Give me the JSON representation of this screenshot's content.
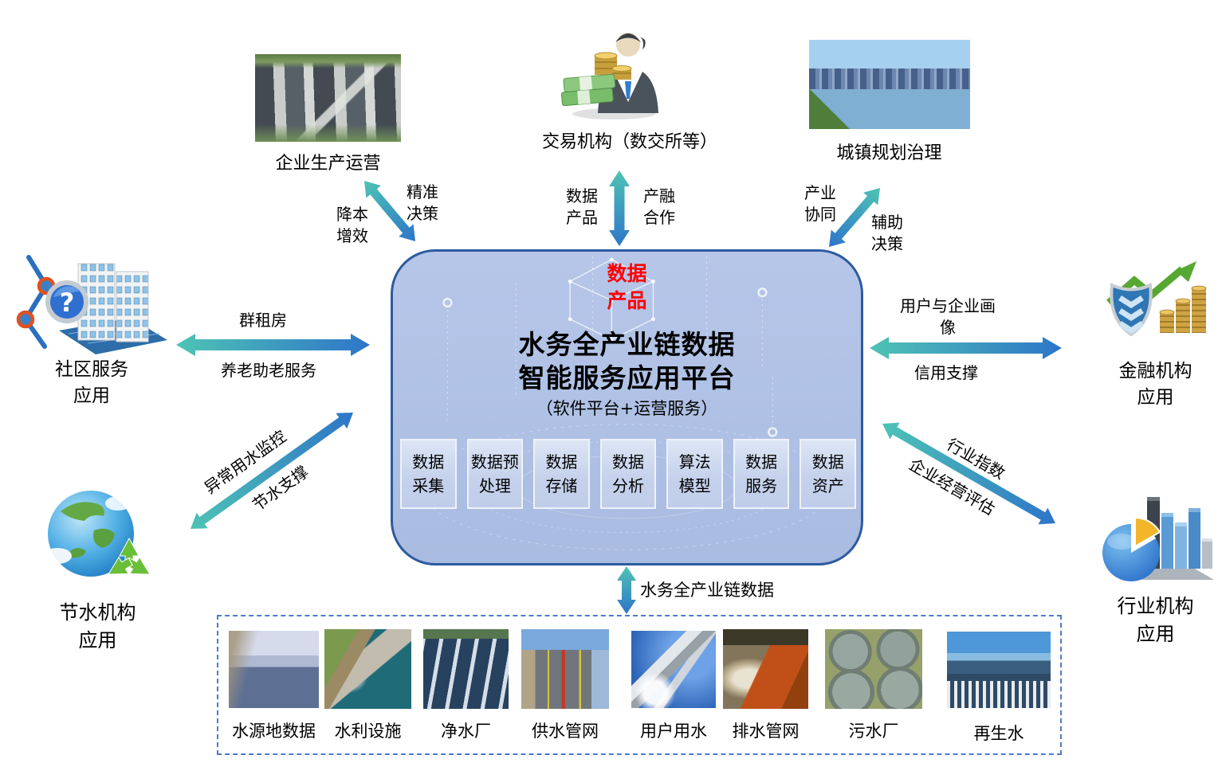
{
  "platform": {
    "badge": "数据\n产品",
    "title": "水务全产业链数据\n智能服务应用平台",
    "subtitle": "（软件平台+运营服务）",
    "modules": [
      "数据\n采集",
      "数据预\n处理",
      "数据\n存储",
      "数据\n分析",
      "算法\n模型",
      "数据\n服务",
      "数据\n资产"
    ]
  },
  "nodes": {
    "enterprise": {
      "label": "企业生产运营"
    },
    "exchange": {
      "label": "交易机构（数交所等）"
    },
    "urban": {
      "label": "城镇规划治理"
    },
    "community": {
      "label": "社区服务\n应用"
    },
    "finance": {
      "label": "金融机构\n应用"
    },
    "water_saving": {
      "label": "节水机构\n应用"
    },
    "industry": {
      "label": "行业机构\n应用"
    }
  },
  "arrow_labels": {
    "enterprise_left": "降本\n增效",
    "enterprise_right": "精准\n决策",
    "exchange_left": "数据\n产品",
    "exchange_right": "产融\n合作",
    "urban_left": "产业\n协同",
    "urban_right": "辅助\n决策",
    "community_top": "群租房",
    "community_bottom": "养老助老服务",
    "finance_top": "用户与企业画像",
    "finance_bottom": "信用支撑",
    "water_saving_upper": "异常用水监控",
    "water_saving_lower": "节水支撑",
    "industry_upper": "行业指数",
    "industry_lower": "企业经营评估",
    "platform_bottom": "水务全产业链数据"
  },
  "data_sources": [
    "水源地数据",
    "水利设施",
    "净水厂",
    "供水管网",
    "用户用水",
    "排水管网",
    "污水厂",
    "再生水"
  ],
  "colors": {
    "accent_teal": "#4EC3B5",
    "accent_blue": "#2E75C8",
    "box_fill": "#B1C2E5",
    "box_border": "#2E5B9E",
    "badge_red": "#FF0000",
    "dashed_border": "#4D7CC7",
    "green_arrow": "#57A832"
  }
}
